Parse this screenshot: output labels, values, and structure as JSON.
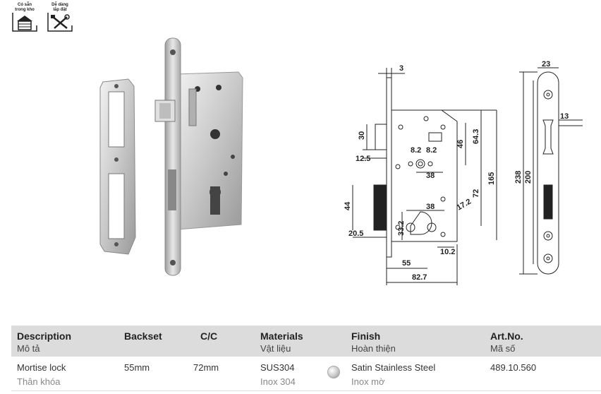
{
  "badges": [
    {
      "label": "Có sẵn\ntrong kho",
      "icon": "warehouse-icon"
    },
    {
      "label": "Dễ dàng\nlắp đặt",
      "icon": "tools-icon"
    }
  ],
  "drawing": {
    "dimensions": [
      "3",
      "30",
      "8.2",
      "8.2",
      "46",
      "64.3",
      "12.5",
      "38",
      "165",
      "72",
      "44",
      "38",
      "17.2",
      "33.2",
      "20.5",
      "10.2",
      "55",
      "82.7",
      "23",
      "13",
      "238",
      "200"
    ]
  },
  "table": {
    "headers": [
      {
        "en": "Description",
        "vi": "Mô tả"
      },
      {
        "en": "Backset",
        "vi": ""
      },
      {
        "en": "C/C",
        "vi": ""
      },
      {
        "en": "Materials",
        "vi": "Vật liệu"
      },
      {
        "en": "Finish",
        "vi": "Hoàn thiện"
      },
      {
        "en": "Art.No.",
        "vi": "Mã số"
      }
    ],
    "row": {
      "description_en": "Mortise lock",
      "description_vi": "Thân khóa",
      "backset": "55mm",
      "cc": "72mm",
      "material_en": "SUS304",
      "material_vi": "Inox 304",
      "finish_en": "Satin Stainless Steel",
      "finish_vi": "Inox mờ",
      "art_no": "489.10.560"
    }
  }
}
